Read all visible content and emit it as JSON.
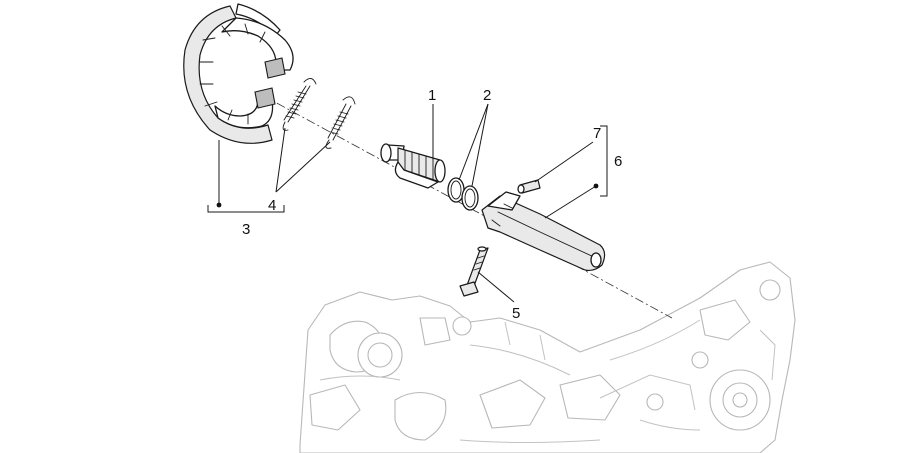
{
  "callouts": {
    "c1": "1",
    "c2": "2",
    "c3": "3",
    "c4": "4",
    "c5": "5",
    "c6": "6",
    "c7": "7"
  },
  "colors": {
    "line": "#1a1a1a",
    "ghost_outline": "#b8b8b8",
    "background": "#ffffff"
  }
}
